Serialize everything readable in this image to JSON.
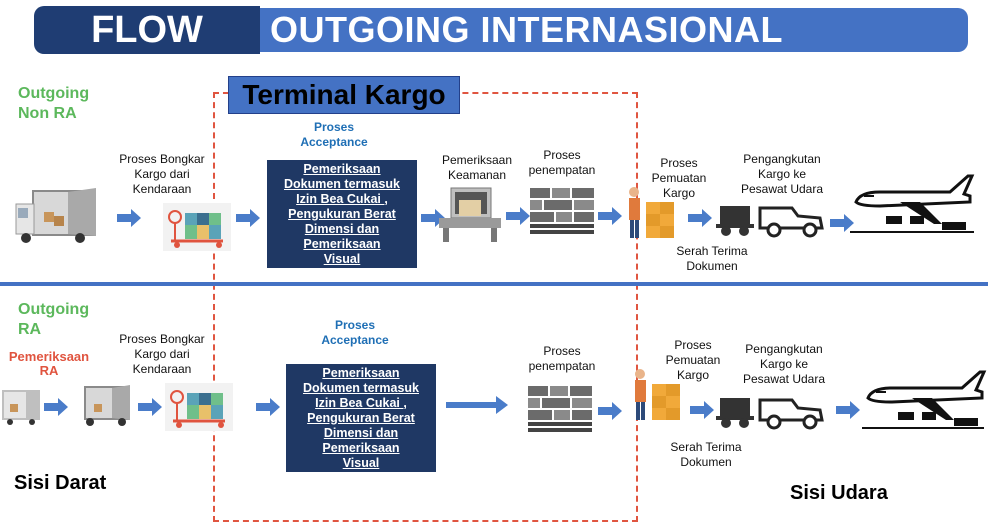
{
  "header": {
    "flow": "FLOW",
    "title": "OUTGOING INTERNASIONAL"
  },
  "terminal": {
    "label": "Terminal Kargo"
  },
  "row1": {
    "category": "Outgoing\nNon RA",
    "unloading": "Proses Bongkar\nKargo dari\nKendaraan",
    "acceptance_title": "Proses\nAcceptance",
    "acceptance_box": "Pemeriksaan\nDokumen termasuk\nIzin Bea Cukai ,\nPengukuran Berat\nDimensi dan\nPemeriksaan\nVisual",
    "security": "Pemeriksaan\nKeamanan",
    "placement": "Proses\npenempatan",
    "loading": "Proses\nPemuatan\nKargo",
    "transport": "Pengangkutan\nKargo ke\nPesawat Udara",
    "handover": "Serah Terima\nDokumen"
  },
  "row2": {
    "category": "Outgoing\nRA",
    "ra_check": "Pemeriksaan\nRA",
    "unloading": "Proses Bongkar\nKargo dari\nKendaraan",
    "acceptance_title": "Proses\nAcceptance",
    "acceptance_box": "Pemeriksaan\nDokumen termasuk\nIzin Bea Cukai ,\nPengukuran Berat\nDimensi dan\nPemeriksaan\nVisual",
    "placement": "Proses\npenempatan",
    "loading": "Proses\nPemuatan\nKargo",
    "transport": "Pengangkutan\nKargo ke\nPesawat Udara",
    "handover": "Serah Terima\nDokumen"
  },
  "sides": {
    "land": "Sisi Darat",
    "air": "Sisi Udara"
  },
  "colors": {
    "navy": "#1f3864",
    "blue": "#4472c4",
    "green": "#5cb85c",
    "red": "#e0543f",
    "arrow": "#4a7cc9"
  }
}
